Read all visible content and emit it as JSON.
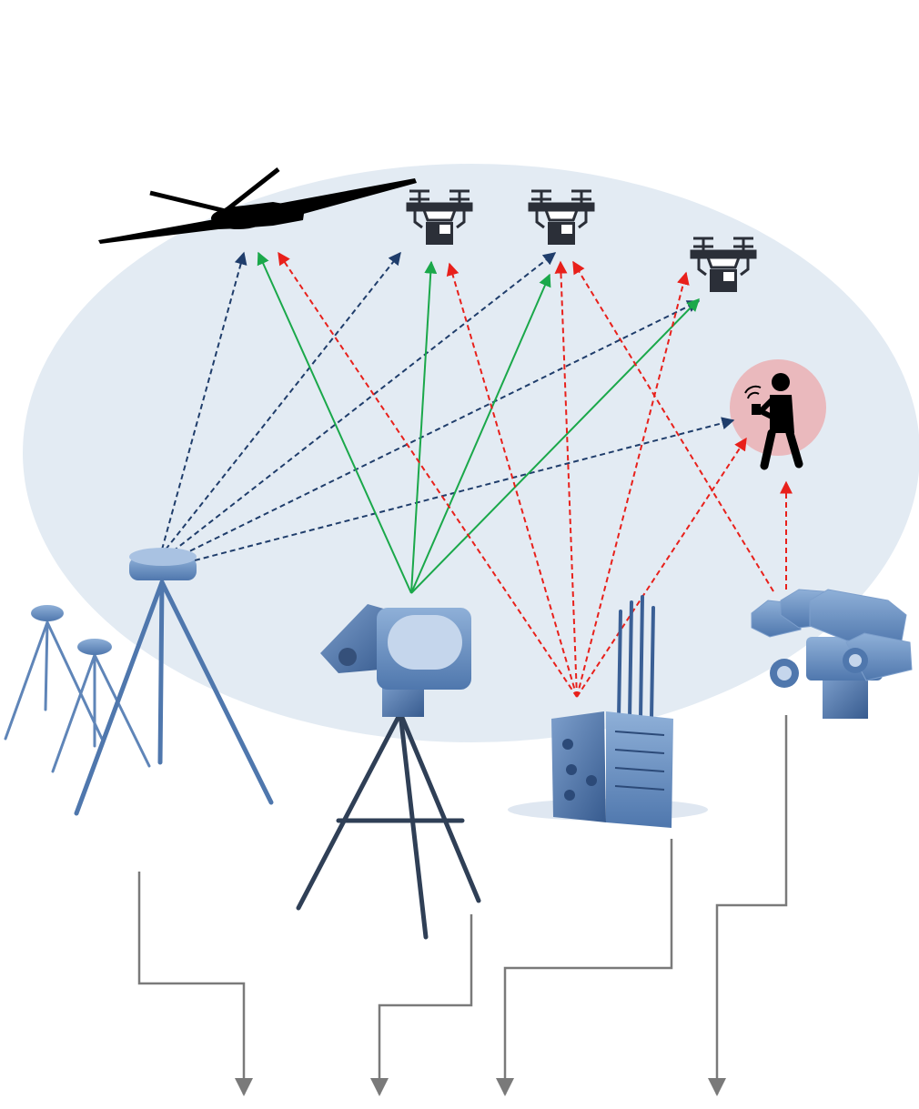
{
  "colors": {
    "zone": "#e3ebf3",
    "detection": "#1f3d6b",
    "tracking": "#1aa84a",
    "jamming": "#e8201b",
    "connector": "#7a7a7a",
    "device": "#5f85b8",
    "device_dark": "#3a5f95",
    "target": "#000000",
    "drone": "#2b2f38",
    "pilot_halo": "#eab9bd"
  },
  "targets": [
    {
      "id": "fixed-wing-uav",
      "icon": "fixed-wing-uav-icon"
    },
    {
      "id": "cargo-drone-1",
      "icon": "quadcopter-payload-icon"
    },
    {
      "id": "cargo-drone-2",
      "icon": "quadcopter-payload-icon"
    },
    {
      "id": "cargo-drone-3",
      "icon": "quadcopter-payload-icon"
    },
    {
      "id": "drone-pilot",
      "icon": "pilot-with-remote-icon"
    }
  ],
  "devices": [
    {
      "id": "rf-detector-tripods",
      "icon": "rf-detector-antenna-icon"
    },
    {
      "id": "radar-tripod",
      "icon": "radar-on-tripod-icon"
    },
    {
      "id": "portable-jammer",
      "icon": "backpack-jammer-icon"
    },
    {
      "id": "directional-jammer",
      "icon": "multi-barrel-jammer-icon"
    }
  ],
  "legend": {}
}
